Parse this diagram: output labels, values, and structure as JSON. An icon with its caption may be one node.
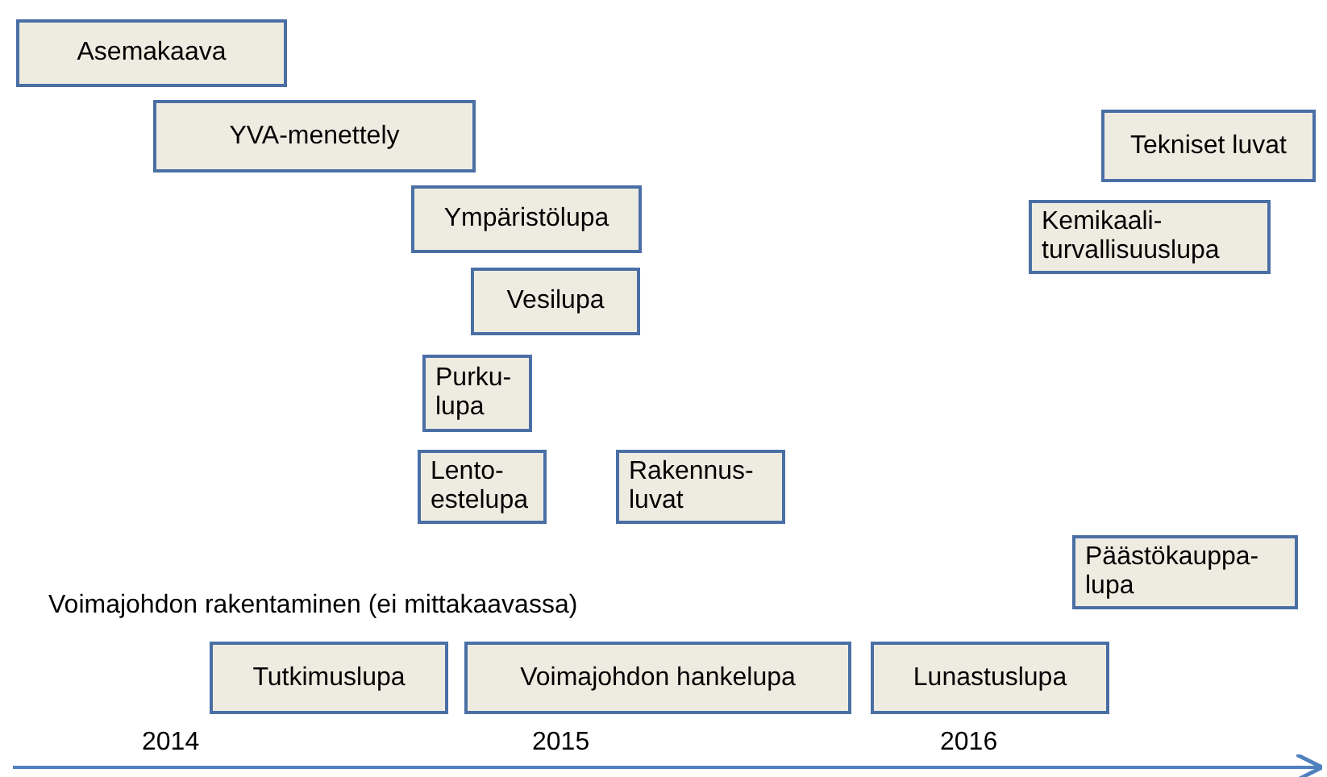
{
  "diagram": {
    "nodes": [
      {
        "text": [
          "Asemakaava"
        ]
      },
      {
        "text": [
          "YVA-menettely"
        ]
      },
      {
        "text": [
          "Ympäristölupa"
        ]
      },
      {
        "text": [
          "Vesilupa"
        ]
      },
      {
        "text": [
          "Purku-lupa"
        ]
      },
      {
        "text": [
          "Lento-estelupa"
        ]
      },
      {
        "text": [
          "Rakennus-luvat"
        ]
      },
      {
        "text": [
          "Tekniset luvat"
        ]
      },
      {
        "text": [
          "Kemikaali-turvallisuuslupa"
        ]
      },
      {
        "text": [
          "Päästökauppa-lupa"
        ]
      },
      {
        "text": [
          "Tutkimuslupa"
        ]
      },
      {
        "text": [
          "Voimajohdon hankelupa"
        ]
      },
      {
        "text": [
          "Lunastuslupa"
        ]
      }
    ],
    "labels": [
      "Voimajohdon rakentaminen (ei mittakaavassa)",
      "2014",
      "2015",
      "2016"
    ]
  }
}
